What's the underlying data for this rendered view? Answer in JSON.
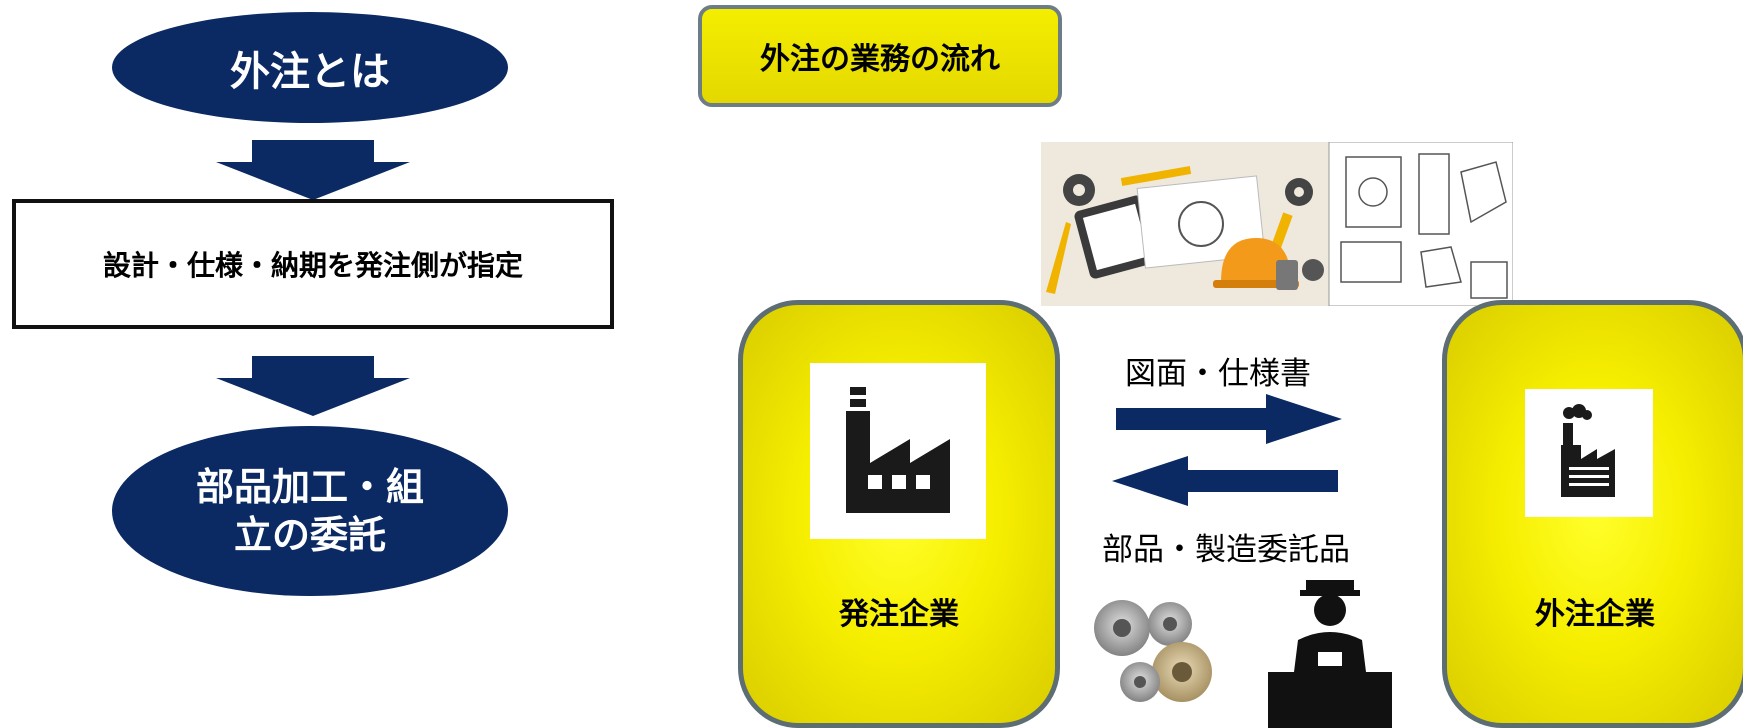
{
  "left_flow": {
    "top_oval": "外注とは",
    "middle_box": "設計・仕様・納期を発注側が指定",
    "bottom_oval_line1": "部品加工・組",
    "bottom_oval_line2": "立の委託"
  },
  "right_flow": {
    "title": "外注の業務の流れ",
    "client_label": "発注企業",
    "vendor_label": "外注企業",
    "forward_label": "図面・仕様書",
    "return_label": "部品・製造委託品"
  },
  "colors": {
    "navy": "#0b2a63",
    "yellow": "#f6ee00",
    "border_gray": "#5c6d74"
  },
  "icons": [
    "factory-icon",
    "small-factory-icon",
    "gears-icon",
    "worker-desk-icon",
    "engineering-drawings-image"
  ]
}
